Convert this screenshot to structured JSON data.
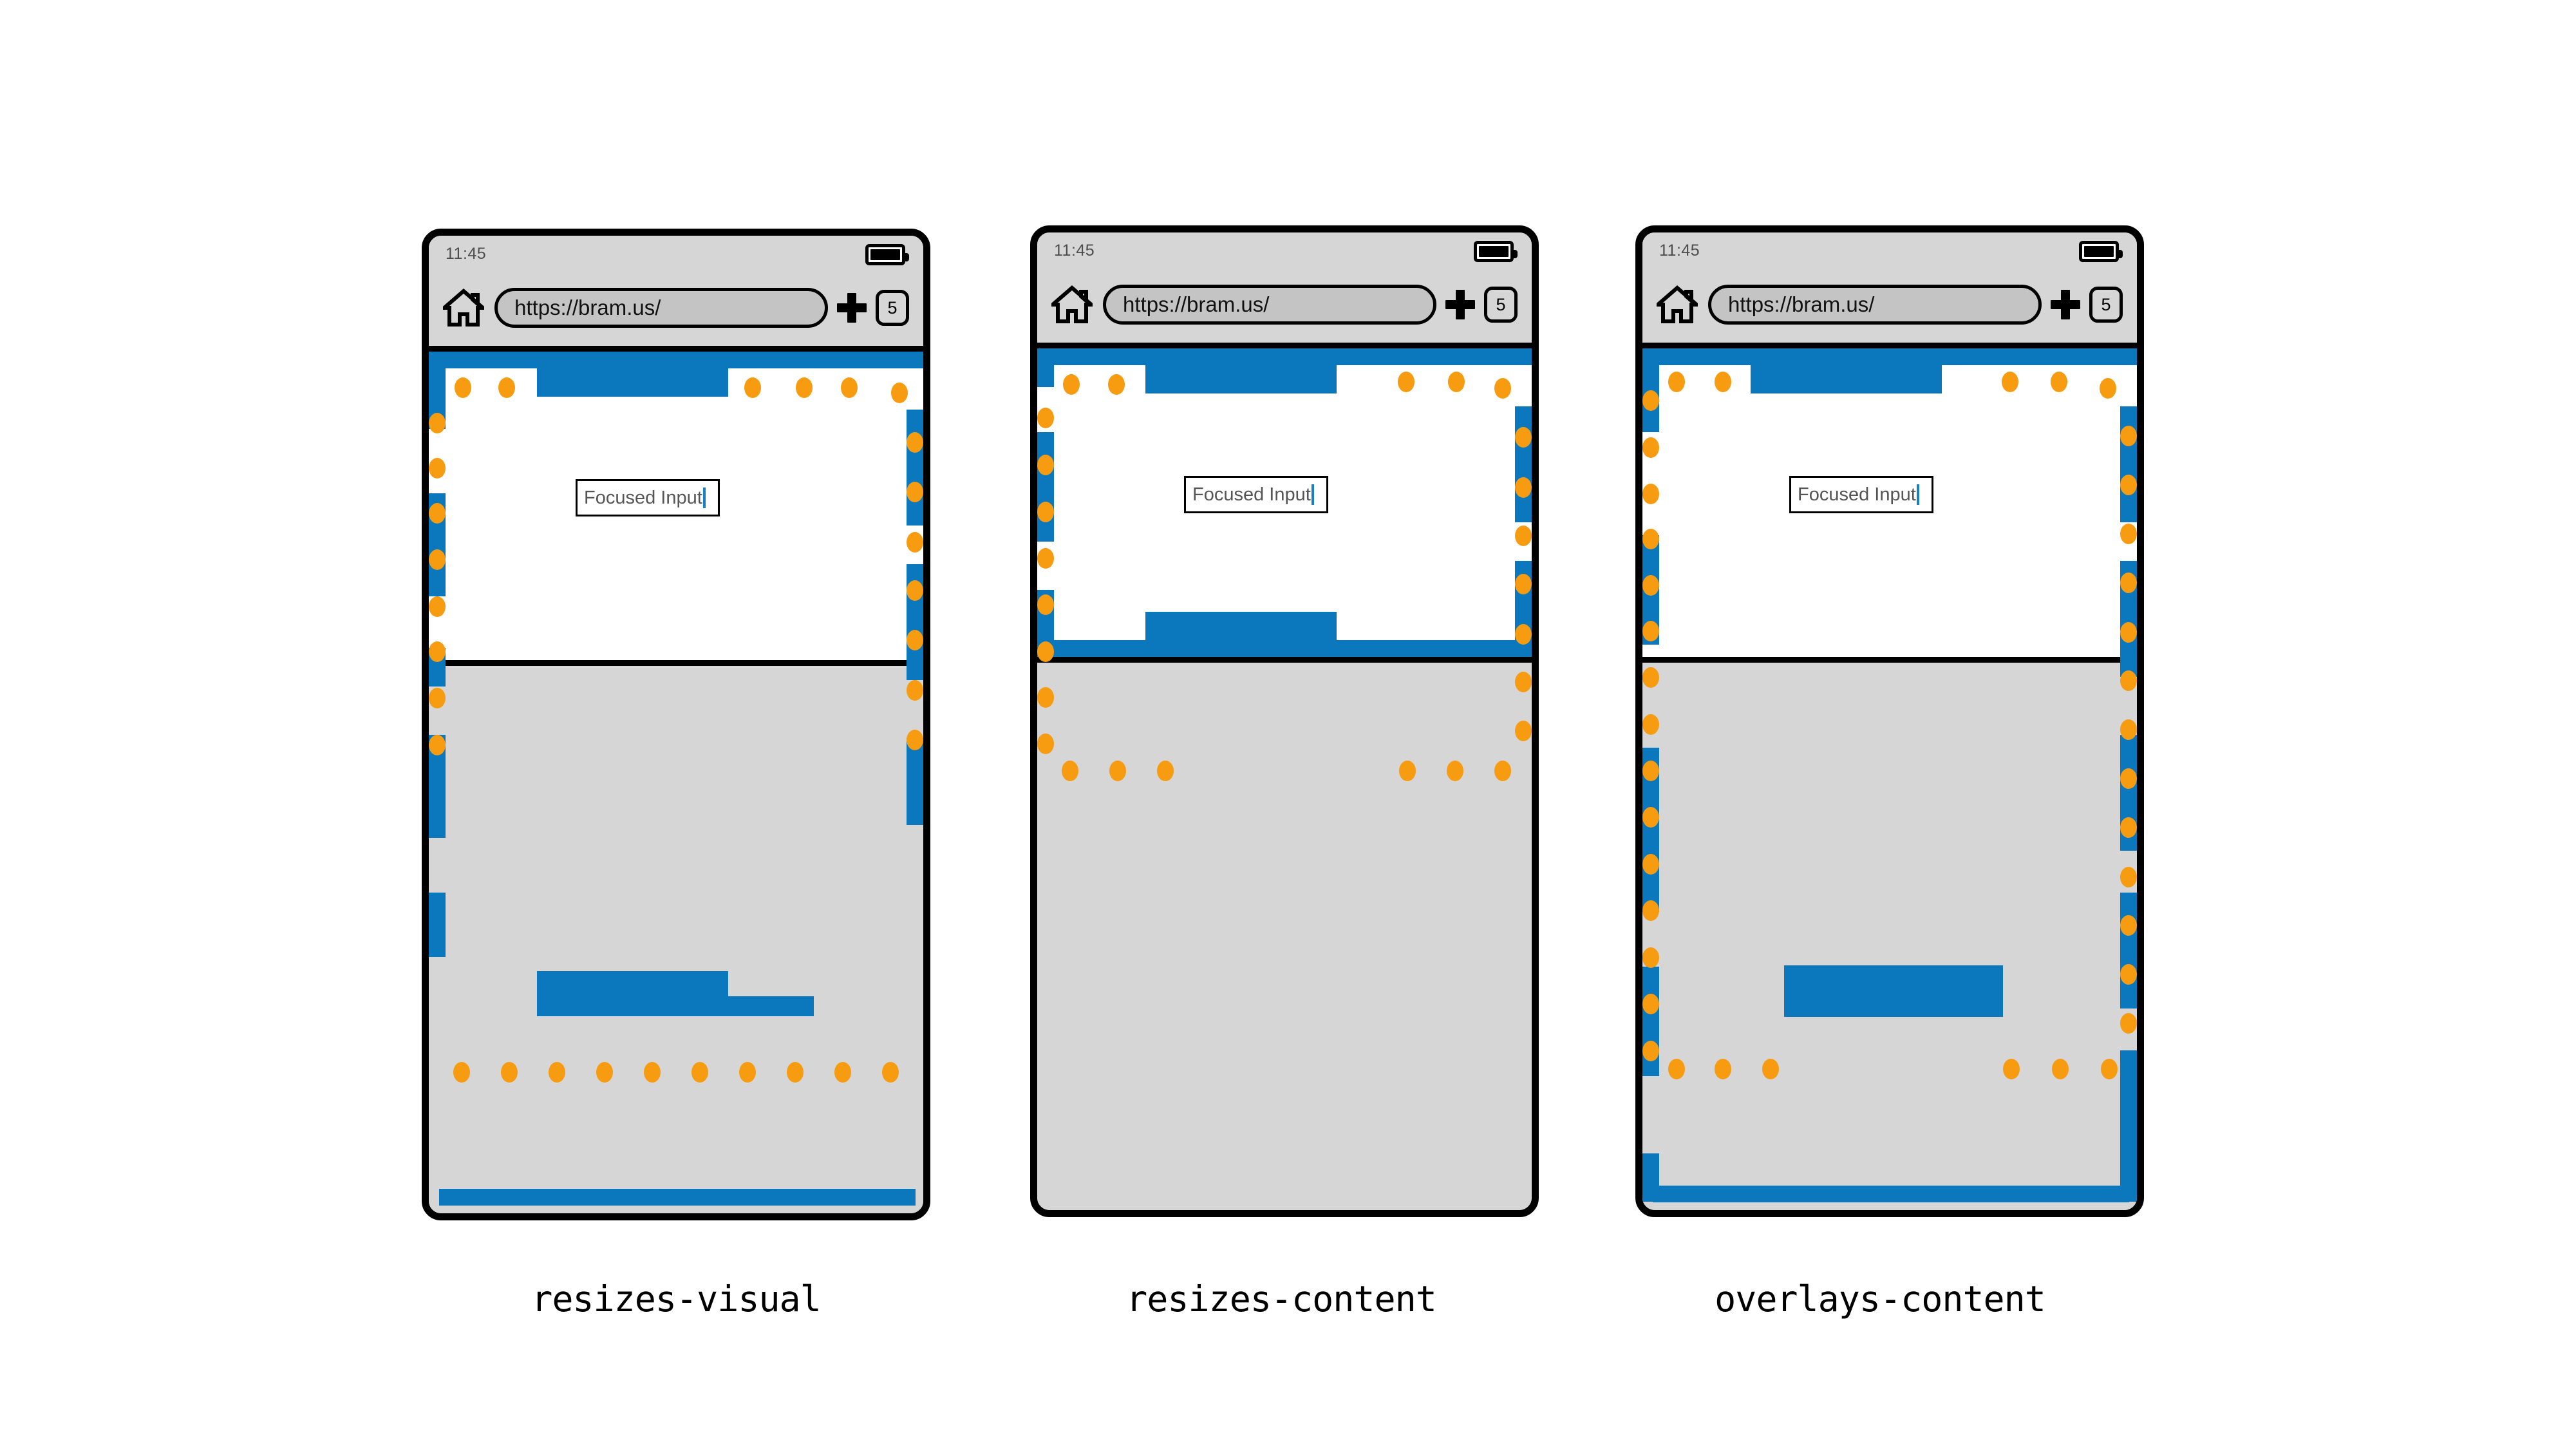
{
  "figure": {
    "caption_font": "monospace",
    "colors": {
      "block_blue": "#0b77bd",
      "dot_orange": "#f79b10",
      "chrome_gray": "#d6d6d6",
      "keyboard_gray": "#d6d6d6",
      "content_white": "#ffffff",
      "frame_black": "#000000",
      "caret_blue": "#1a7fc1"
    }
  },
  "phones": [
    {
      "id": "resizes-visual",
      "caption": "resizes-visual",
      "status_bar": {
        "time": "11:45",
        "battery_icon": "battery-full-icon"
      },
      "toolbar": {
        "home_icon": "home-icon",
        "address_value": "https://bram.us/",
        "new_tab_icon": "plus-icon",
        "tab_count": "5"
      },
      "input": {
        "value": "Focused Input",
        "caret": "|"
      },
      "keyboard_visible": true,
      "viewport_ring_covers_keyboard": true
    },
    {
      "id": "resizes-content",
      "caption": "resizes-content",
      "status_bar": {
        "time": "11:45",
        "battery_icon": "battery-full-icon"
      },
      "toolbar": {
        "home_icon": "home-icon",
        "address_value": "https://bram.us/",
        "new_tab_icon": "plus-icon",
        "tab_count": "5"
      },
      "input": {
        "value": "Focused Input",
        "caret": "|"
      },
      "keyboard_visible": true,
      "viewport_ring_covers_keyboard": false
    },
    {
      "id": "overlays-content",
      "caption": "overlays-content",
      "status_bar": {
        "time": "11:45",
        "battery_icon": "battery-full-icon"
      },
      "toolbar": {
        "home_icon": "home-icon",
        "address_value": "https://bram.us/",
        "new_tab_icon": "plus-icon",
        "tab_count": "5"
      },
      "input": {
        "value": "Focused Input",
        "caret": "|"
      },
      "keyboard_visible": true,
      "viewport_ring_covers_keyboard": true
    }
  ]
}
